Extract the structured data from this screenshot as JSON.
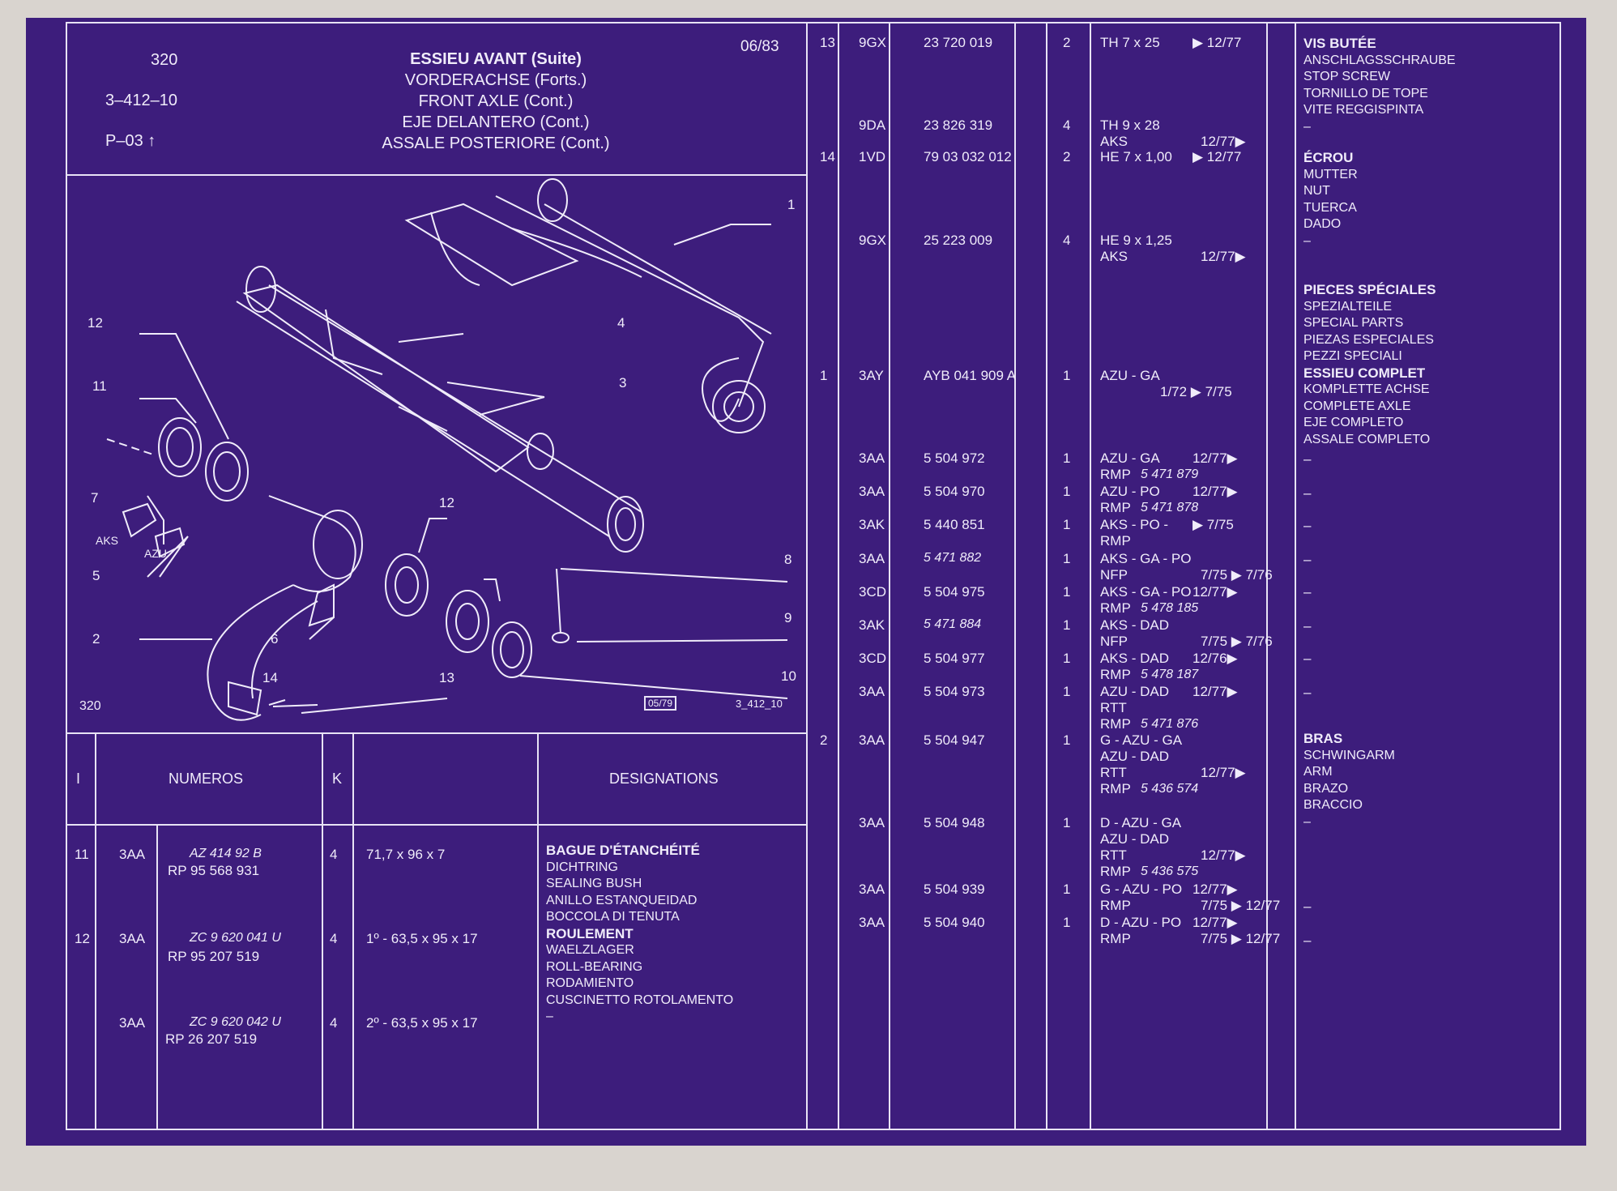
{
  "header": {
    "group": "320",
    "ref": "3–412–10",
    "sheet": "P–03",
    "date": "06/83",
    "titles": [
      "ESSIEU AVANT (Suite)",
      "VORDERACHSE (Forts.)",
      "FRONT AXLE (Cont.)",
      "EJE DELANTERO (Cont.)",
      "ASSALE POSTERIORE (Cont.)"
    ]
  },
  "diagram": {
    "group": "320",
    "date_box": "05/79",
    "ref": "3_412_10",
    "callouts": [
      "1",
      "2",
      "3",
      "4",
      "5",
      "6",
      "7",
      "8",
      "9",
      "10",
      "11",
      "12",
      "12",
      "13",
      "14"
    ],
    "labels": [
      "AKS",
      "AZU"
    ]
  },
  "table_headers": {
    "col_i": "I",
    "numeros": "NUMEROS",
    "k": "K",
    "designations": "DESIGNATIONS"
  },
  "left_rows": [
    {
      "i": "11",
      "code": "3AA",
      "num1": "AZ 414 92 B",
      "num2": "RP 95 568 931",
      "k": "4",
      "spec": "71,7 x 96 x 7"
    },
    {
      "i": "12",
      "code": "3AA",
      "num1": "ZC 9 620 041 U",
      "num2": "RP 95 207 519",
      "k": "4",
      "spec": "1º - 63,5 x 95 x 17"
    },
    {
      "i": "",
      "code": "3AA",
      "num1": "ZC 9 620 042 U",
      "num2": "RP 26 207 519",
      "k": "4",
      "spec": "2º - 63,5 x 95 x 17"
    }
  ],
  "left_desc": {
    "d1": [
      "BAGUE D'ÉTANCHÉITÉ",
      "DICHTRING",
      "SEALING BUSH",
      "ANILLO ESTANQUEIDAD",
      "BOCCOLA DI TENUTA"
    ],
    "d2": [
      "ROULEMENT",
      "WAELZLAGER",
      "ROLL-BEARING",
      "RODAMIENTO",
      "CUSCINETTO ROTOLAMENTO",
      "–"
    ]
  },
  "right_rows": [
    {
      "i": "13",
      "code": "9GX",
      "num": "23 720 019",
      "k": "2",
      "a": "TH 7 x 25",
      "b": "▶ 12/77",
      "lines": []
    },
    {
      "i": "",
      "code": "9DA",
      "num": "23 826 319",
      "k": "4",
      "a": "TH 9 x 28",
      "b": "",
      "lines": [
        {
          "a": "AKS",
          "b": "12/77▶"
        }
      ]
    },
    {
      "i": "14",
      "code": "1VD",
      "num": "79 03 032 012",
      "k": "2",
      "a": "HE 7 x 1,00",
      "b": "▶ 12/77",
      "lines": []
    },
    {
      "i": "",
      "code": "9GX",
      "num": "25 223 009",
      "k": "4",
      "a": "HE 9 x 1,25",
      "b": "",
      "lines": [
        {
          "a": "AKS",
          "b": "12/77▶"
        }
      ]
    },
    {
      "i": "1",
      "code": "3AY",
      "num": "AYB 041 909 A",
      "k": "1",
      "a": "AZU - GA",
      "b": "",
      "lines": [
        {
          "a": "",
          "b": "1/72 ▶ 7/75"
        }
      ]
    },
    {
      "i": "",
      "code": "3AA",
      "num": "5 504 972",
      "k": "1",
      "a": "AZU - GA",
      "b": "12/77▶",
      "lines": [
        {
          "a": "RMP",
          "n": "5 471 879",
          "b": ""
        }
      ]
    },
    {
      "i": "",
      "code": "3AA",
      "num": "5 504 970",
      "k": "1",
      "a": "AZU - PO",
      "b": "12/77▶",
      "lines": [
        {
          "a": "RMP",
          "n": "5 471 878",
          "b": ""
        }
      ]
    },
    {
      "i": "",
      "code": "3AK",
      "num": "5 440 851",
      "k": "1",
      "a": "AKS - PO -",
      "b": "▶ 7/75",
      "lines": [
        {
          "a": "RMP",
          "b": ""
        }
      ]
    },
    {
      "i": "",
      "code": "3AA",
      "num": "5 471 882",
      "numi": true,
      "k": "1",
      "a": "AKS - GA - PO",
      "b": "",
      "lines": [
        {
          "a": "NFP",
          "b": "7/75 ▶ 7/76"
        }
      ]
    },
    {
      "i": "",
      "code": "3CD",
      "num": "5 504 975",
      "k": "1",
      "a": "AKS - GA - PO",
      "b": "12/77▶",
      "lines": [
        {
          "a": "RMP",
          "n": "5 478 185",
          "b": ""
        }
      ]
    },
    {
      "i": "",
      "code": "3AK",
      "num": "5 471 884",
      "numi": true,
      "k": "1",
      "a": "AKS - DAD",
      "b": "",
      "lines": [
        {
          "a": "NFP",
          "b": "7/75 ▶ 7/76"
        }
      ]
    },
    {
      "i": "",
      "code": "3CD",
      "num": "5 504 977",
      "k": "1",
      "a": "AKS - DAD",
      "b": "12/76▶",
      "lines": [
        {
          "a": "RMP",
          "n": "5 478 187",
          "b": ""
        }
      ]
    },
    {
      "i": "",
      "code": "3AA",
      "num": "5 504 973",
      "k": "1",
      "a": "AZU - DAD",
      "b": "12/77▶",
      "lines": [
        {
          "a": "RTT",
          "b": ""
        },
        {
          "a": "RMP",
          "n": "5 471 876",
          "b": ""
        }
      ]
    },
    {
      "i": "2",
      "code": "3AA",
      "num": "5 504 947",
      "k": "1",
      "a": "G - AZU - GA",
      "b": "",
      "lines": [
        {
          "a": "AZU - DAD",
          "b": ""
        },
        {
          "a": "RTT",
          "b": "12/77▶"
        },
        {
          "a": "RMP",
          "n": "5 436 574",
          "b": ""
        }
      ]
    },
    {
      "i": "",
      "code": "3AA",
      "num": "5 504 948",
      "k": "1",
      "a": "D - AZU - GA",
      "b": "",
      "lines": [
        {
          "a": "AZU - DAD",
          "b": ""
        },
        {
          "a": "RTT",
          "b": "12/77▶"
        },
        {
          "a": "RMP",
          "n": "5 436 575",
          "b": ""
        }
      ]
    },
    {
      "i": "",
      "code": "3AA",
      "num": "5 504 939",
      "k": "1",
      "a": "G - AZU - PO",
      "b": "12/77▶",
      "lines": [
        {
          "a": "RMP",
          "b": "7/75 ▶ 12/77"
        }
      ]
    },
    {
      "i": "",
      "code": "3AA",
      "num": "5 504 940",
      "k": "1",
      "a": "D - AZU - PO",
      "b": "12/77▶",
      "lines": [
        {
          "a": "RMP",
          "b": "7/75 ▶ 12/77"
        }
      ]
    }
  ],
  "right_desc": {
    "vis": [
      "VIS BUTÉE",
      "ANSCHLAGSSCHRAUBE",
      "STOP SCREW",
      "TORNILLO DE TOPE",
      "VITE REGGISPINTA",
      "–"
    ],
    "ecrou": [
      "ÉCROU",
      "MUTTER",
      "NUT",
      "TUERCA",
      "DADO",
      "–"
    ],
    "pieces": [
      "PIECES SPÉCIALES",
      "SPEZIALTEILE",
      "SPECIAL PARTS",
      "PIEZAS ESPECIALES",
      "PEZZI SPECIALI"
    ],
    "essieu": [
      "ESSIEU COMPLET",
      "KOMPLETTE ACHSE",
      "COMPLETE AXLE",
      "EJE COMPLETO",
      "ASSALE COMPLETO"
    ],
    "dashes": [
      "–",
      "–",
      "–",
      "–",
      "–",
      "–",
      "–",
      "–"
    ],
    "bras": [
      "BRAS",
      "SCHWINGARM",
      "ARM",
      "BRAZO",
      "BRACCIO",
      "–"
    ],
    "dashes2": [
      "–",
      "–"
    ]
  },
  "colors": {
    "film": "#3d1d7c",
    "ink": "#f0ecfa",
    "border": "#d9d4cf"
  }
}
